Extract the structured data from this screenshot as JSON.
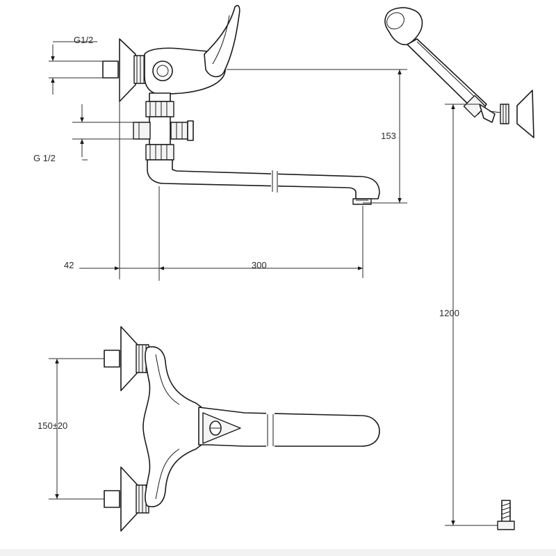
{
  "labels": {
    "thread_top": "G1/2",
    "thread_mid": "G 1/2",
    "height_spout": "153",
    "offset_wall": "42",
    "spout_length": "300",
    "shower_height": "1200",
    "centre_distance": "150±20"
  },
  "colors": {
    "line": "#1a1a1a",
    "footer": "#f2f2f2"
  }
}
